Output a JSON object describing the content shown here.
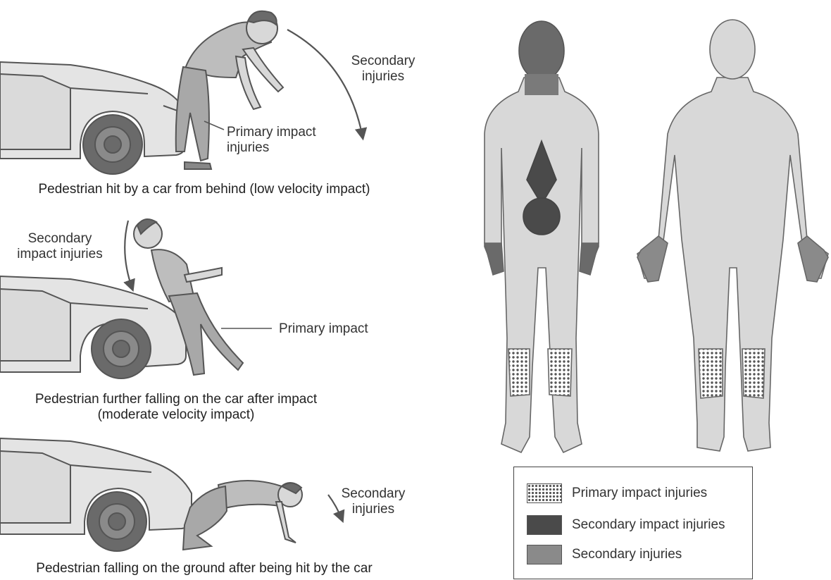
{
  "scenes": [
    {
      "labels": [
        "Secondary\ninjuries",
        "Primary impact\ninjuries"
      ],
      "caption": "Pedestrian hit by a car from behind (low velocity impact)"
    },
    {
      "labels": [
        "Secondary\nimpact injuries",
        "Primary impact"
      ],
      "caption": "Pedestrian further falling on the car after impact\n(moderate velocity impact)"
    },
    {
      "labels": [
        "Secondary\ninjuries"
      ],
      "caption": "Pedestrian falling on the ground after being hit by the car"
    }
  ],
  "legend": {
    "items": [
      {
        "label": "Primary impact injuries",
        "pattern": "dots"
      },
      {
        "label": "Secondary impact injuries",
        "color": "#4a4a4a"
      },
      {
        "label": "Secondary injuries",
        "color": "#8a8a8a"
      }
    ]
  },
  "colors": {
    "body_fill": "#d8d8d8",
    "car_fill": "#e4e4e4",
    "clothing_fill": "#a8a8a8",
    "stroke": "#555555"
  }
}
